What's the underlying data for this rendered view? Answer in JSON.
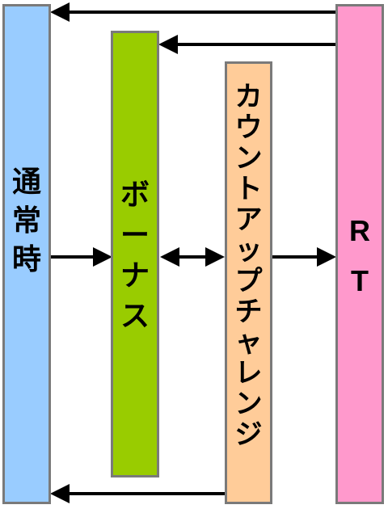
{
  "nodes": {
    "normal": {
      "label": "通常時",
      "color": "#99ccff"
    },
    "bonus": {
      "label": "ボーナス",
      "color": "#99cc00"
    },
    "countup": {
      "label": "カウントアップチャレンジ",
      "color": "#ffcc99"
    },
    "rt": {
      "label": "RT",
      "color": "#ff99cc"
    }
  },
  "edges": [
    {
      "from": "rt",
      "to": "normal"
    },
    {
      "from": "rt",
      "to": "bonus"
    },
    {
      "from": "normal",
      "to": "bonus"
    },
    {
      "from": "bonus",
      "to": "countup",
      "bidirectional": true
    },
    {
      "from": "countup",
      "to": "rt"
    },
    {
      "from": "countup",
      "to": "normal"
    }
  ],
  "colors": {
    "border": "#7a7a7a",
    "arrow": "#000000"
  }
}
